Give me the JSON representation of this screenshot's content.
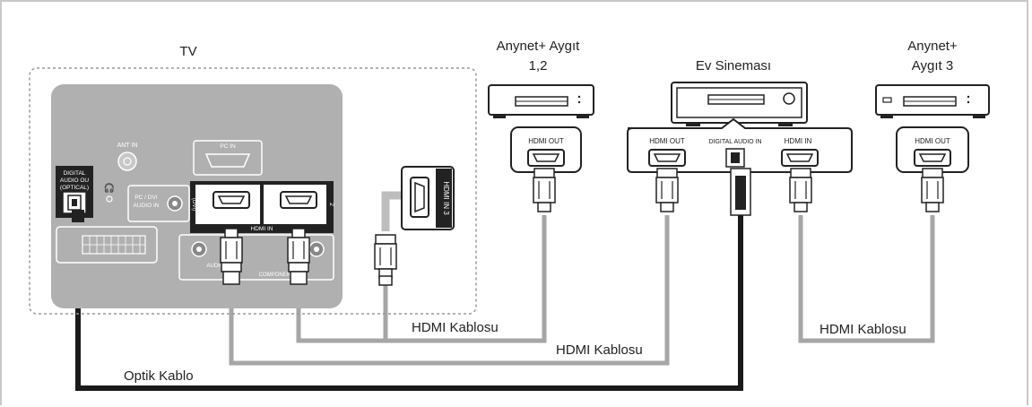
{
  "labels": {
    "tv": "TV",
    "anynet12": [
      "Anynet+ Aygıt",
      "1,2"
    ],
    "ev_sinemasi": "Ev Sineması",
    "anynet3": [
      "Anynet+",
      "Aygıt 3"
    ],
    "hdmi_cable_1": "HDMI Kablosu",
    "hdmi_cable_2": "HDMI Kablosu",
    "hdmi_cable_3": "HDMI Kablosu",
    "optical_cable": "Optik Kablo"
  },
  "ports": {
    "hdmi_out": "HDMI OUT",
    "digital_audio_in": "DIGITAL AUDIO IN",
    "hdmi_in": "HDMI IN",
    "ant_in": "ANT IN",
    "pc_in": "PC IN",
    "pc_dvi_audio_in": [
      "PC / DVI",
      "AUDIO IN"
    ],
    "digital_audio_out": [
      "DIGITAL",
      "AUDIO OU",
      "(OPTICAL)"
    ],
    "hdmi_in_tv": "HDMI IN",
    "hdmi_in_3": "HDMI IN 3",
    "component_in": "COMPONENT IN",
    "audio": "AUDIO",
    "dvi": "(DVI)",
    "num1": "1",
    "num2": "2"
  },
  "colors": {
    "panel": "#b0b0b0",
    "cable_gray": "#a6a6a6",
    "cable_black": "#1a1a1a",
    "frame": "#c8c8c8"
  }
}
